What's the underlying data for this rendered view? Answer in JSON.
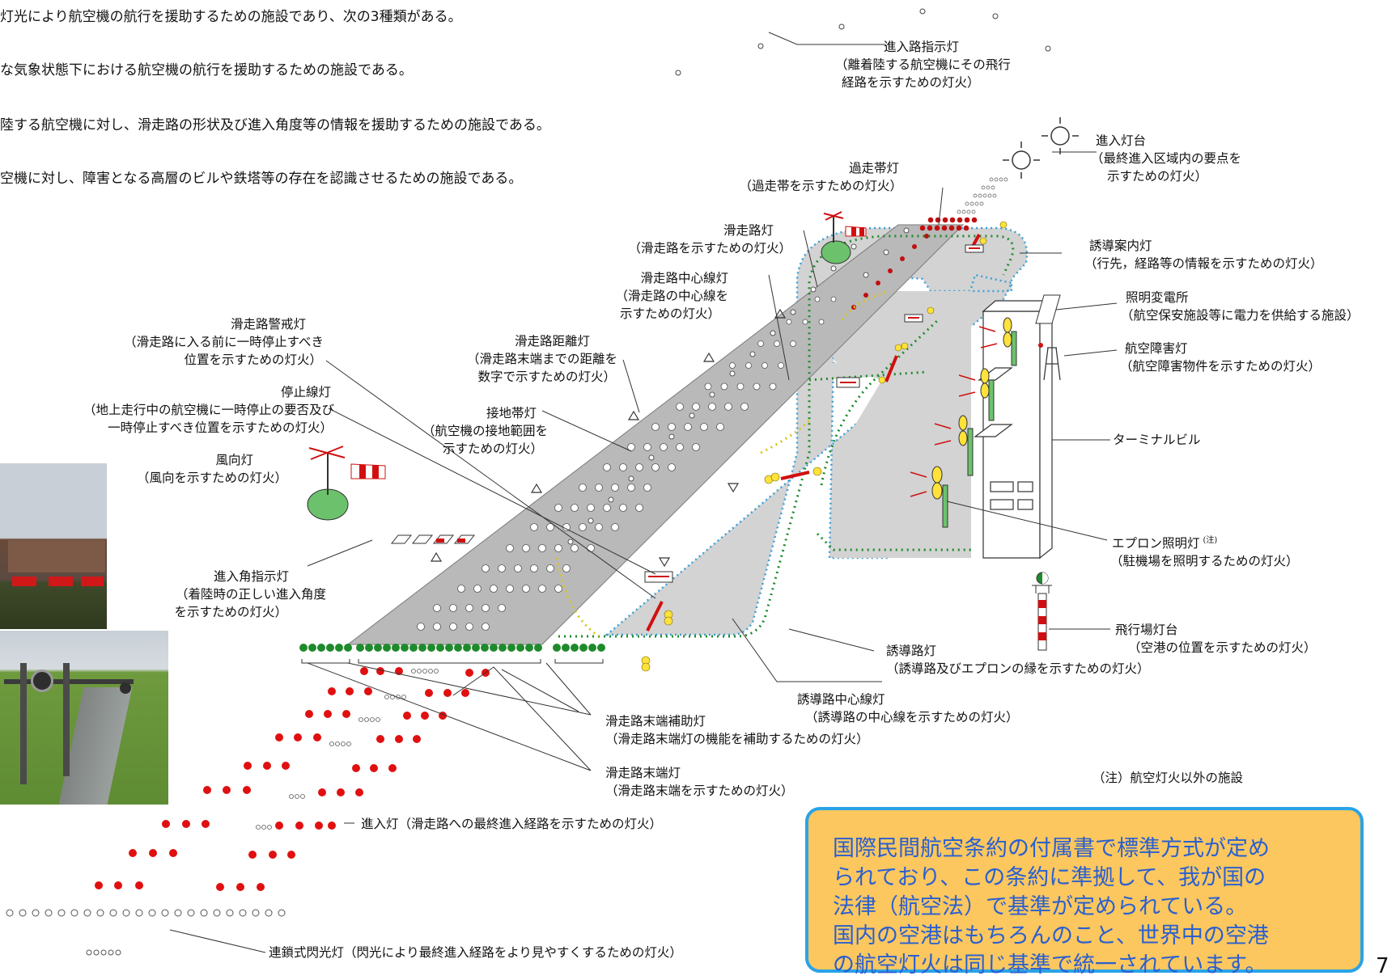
{
  "intro": {
    "line1": "灯光により航空機の航行を援助するための施設であり、次の3種類がある。",
    "line2": "な気象状態下における航空機の航行を援助するための施設である。",
    "line3": "陸する航空機に対し、滑走路の形状及び進入角度等の情報を援助するための施設である。",
    "line4": "空機に対し、障害となる高層のビルや鉄塔等の存在を認識させるための施設である。"
  },
  "labels": {
    "shinnyuro": {
      "name": "進入路指示灯",
      "desc1": "（離着陸する航空機にその飛行",
      "desc2": "経路を示すための灯火）"
    },
    "shinnyu_todai": {
      "name": "進入灯台",
      "desc1": "（最終進入区域内の要点を",
      "desc2": "示すための灯火）"
    },
    "kasotai": {
      "name": "過走帯灯",
      "desc1": "（過走帯を示すための灯火）"
    },
    "kassoro": {
      "name": "滑走路灯",
      "desc1": "（滑走路を示すための灯火）"
    },
    "yudo_annai": {
      "name": "誘導案内灯",
      "desc1": "（行先，経路等の情報を示すための灯火）"
    },
    "chushinsen": {
      "name": "滑走路中心線灯",
      "desc1": "（滑走路の中心線を",
      "desc2": "示すための灯火）"
    },
    "henden": {
      "name": "照明変電所",
      "desc1": "（航空保安施設等に電力を供給する施設）"
    },
    "keikai": {
      "name": "滑走路警戒灯",
      "desc1": "（滑走路に入る前に一時停止すべき",
      "desc2": "位置を示すための灯火）"
    },
    "kyori": {
      "name": "滑走路距離灯",
      "desc1": "（滑走路末端までの距離を",
      "desc2": "数字で示すための灯火）"
    },
    "shogai": {
      "name": "航空障害灯",
      "desc1": "（航空障害物件を示すための灯火）"
    },
    "teishisen": {
      "name": "停止線灯",
      "desc1": "（地上走行中の航空機に一時停止の要否及び",
      "desc2": "一時停止すべき位置を示すための灯火）"
    },
    "setchitai": {
      "name": "接地帯灯",
      "desc1": "（航空機の接地範囲を",
      "desc2": "示すための灯火）"
    },
    "terminal": {
      "name": "ターミナルビル"
    },
    "fuko": {
      "name": "風向灯",
      "desc1": "（風向を示すための灯火）"
    },
    "apron": {
      "name": "エプロン照明灯",
      "note": "(注)",
      "desc1": "（駐機場を照明するための灯火）"
    },
    "shinnyukaku": {
      "name": "進入角指示灯",
      "desc1": "（着陸時の正しい進入角度",
      "desc2": "を示すための灯火）"
    },
    "hikojo": {
      "name": "飛行場灯台",
      "desc1": "（空港の位置を示すための灯火）"
    },
    "yudoro": {
      "name": "誘導路灯",
      "desc1": "（誘導路及びエプロンの縁を示すための灯火）"
    },
    "yudoro_chushin": {
      "name": "誘導路中心線灯",
      "desc1": "（誘導路の中心線を示すための灯火）"
    },
    "mattan_hojo": {
      "name": "滑走路末端補助灯",
      "desc1": "（滑走路末端灯の機能を補助するための灯火）"
    },
    "mattan": {
      "name": "滑走路末端灯",
      "desc1": "（滑走路末端を示すための灯火）"
    },
    "note": {
      "name": "（注）航空灯火以外の施設"
    },
    "shinnyuto": {
      "name": "進入灯（滑走路への最終進入経路を示すための灯火）"
    },
    "rensa": {
      "name": "連鎖式閃光灯（閃光により最終進入経路をより見やすくするための灯火）"
    }
  },
  "callout": {
    "line1": "国際民間航空条約の付属書で標準方式が定め",
    "line2": "られており、この条約に準拠して、我が国の",
    "line3": "法律（航空法）で基準が定められている。",
    "line4": "国内の空港はもちろんのこと、世界中の空港",
    "line5": "の航空灯火は同じ基準で統一されています。"
  },
  "page_number": "7",
  "colors": {
    "runway": "#b9b9b9",
    "taxiway": "#d3d3d3",
    "edge_light": "#3b9fd6",
    "center_green": "#1f8a2b",
    "approach_red": "#e01010",
    "callout_bg": "#fbc75e",
    "callout_border": "#2aa3e6",
    "callout_text": "#2a5fd0"
  }
}
